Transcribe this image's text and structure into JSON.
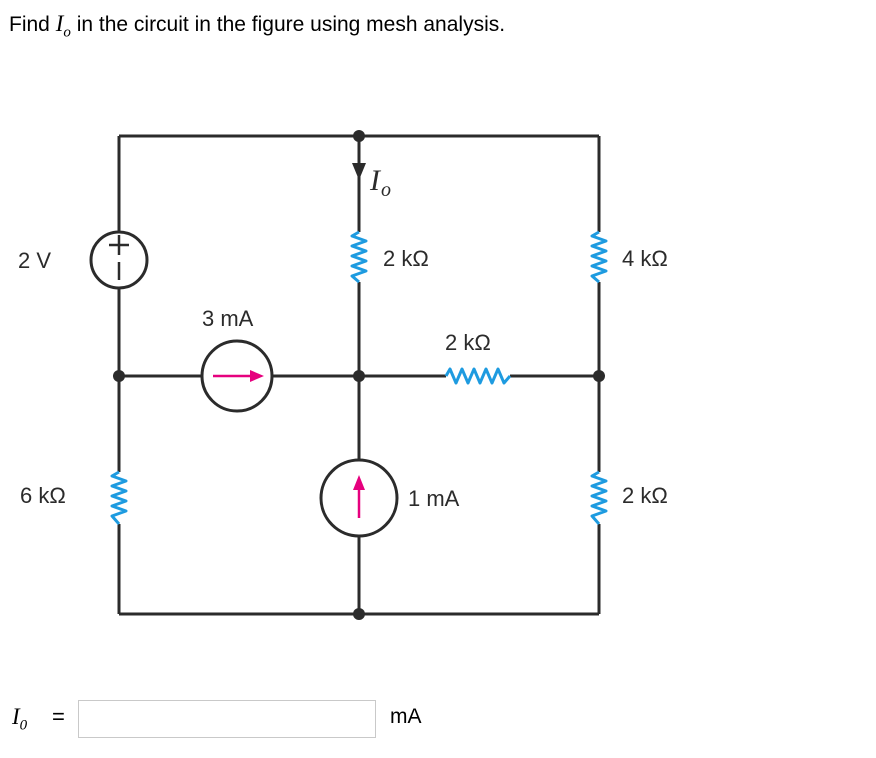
{
  "question": {
    "prefix": "Find ",
    "var_main": "I",
    "var_sub": "o",
    "suffix": " in the circuit in the figure using mesh analysis."
  },
  "circuit": {
    "current_label_main": "I",
    "current_label_sub": "o",
    "voltage_source": "2 V",
    "current_source_left": "3 mA",
    "current_source_center": "1 mA",
    "resistor_center_top": "2 kΩ",
    "resistor_right_top": "4 kΩ",
    "resistor_middle_right": "2 kΩ",
    "resistor_left_bottom": "6 kΩ",
    "resistor_right_bottom": "2 kΩ",
    "colors": {
      "wire": "#2b2b2b",
      "resistor": "#1e9be0",
      "arrow": "#e6007e"
    }
  },
  "answer": {
    "var_main": "I",
    "var_sub": "0",
    "equals": "=",
    "value": "",
    "placeholder": "",
    "unit": "mA"
  }
}
